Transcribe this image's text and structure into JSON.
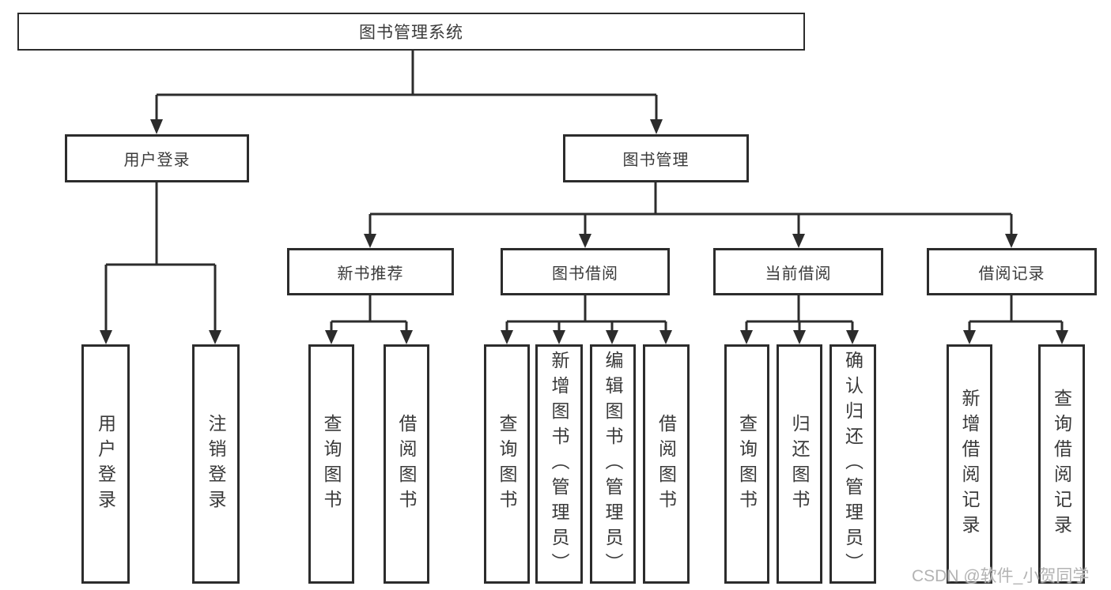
{
  "colors": {
    "line": "#2c2c2c",
    "text": "#3a3a3a",
    "background": "#ffffff",
    "watermark": "#b3b3b3"
  },
  "watermark": "CSDN @软件_小贺同学",
  "tree": {
    "root": "图书管理系统",
    "user_login": {
      "label": "用户登录",
      "leaves": [
        "用户登录",
        "注销登录"
      ]
    },
    "book_mgmt": {
      "label": "图书管理",
      "sections": [
        {
          "label": "新书推荐",
          "leaves": [
            "查询图书",
            "借阅图书"
          ]
        },
        {
          "label": "图书借阅",
          "leaves": [
            "查询图书",
            "新增图书（管理员）",
            "编辑图书（管理员）",
            "借阅图书"
          ]
        },
        {
          "label": "当前借阅",
          "leaves": [
            "查询图书",
            "归还图书",
            "确认归还（管理员）"
          ]
        },
        {
          "label": "借阅记录",
          "leaves": [
            "新增借阅记录",
            "查询借阅记录"
          ]
        }
      ]
    }
  }
}
